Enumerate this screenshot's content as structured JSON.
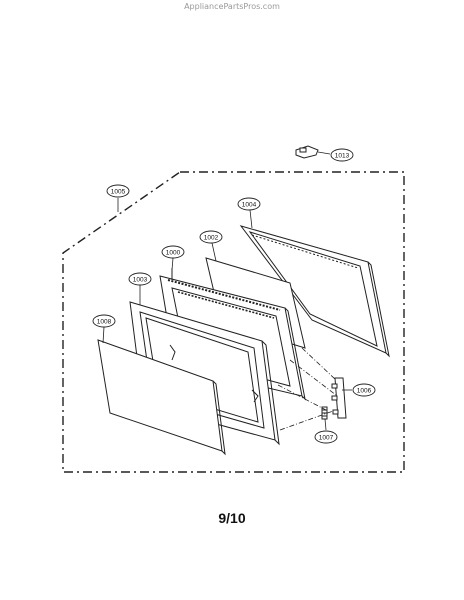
{
  "watermark": "AppliancePartsPros.com",
  "page_number": "9/10",
  "parts": {
    "p1000": "1000",
    "p1002": "1002",
    "p1003": "1003",
    "p1004": "1004",
    "p1005": "1005",
    "p1006": "1006",
    "p1007": "1007",
    "p1008": "1008",
    "p1013": "1013"
  }
}
